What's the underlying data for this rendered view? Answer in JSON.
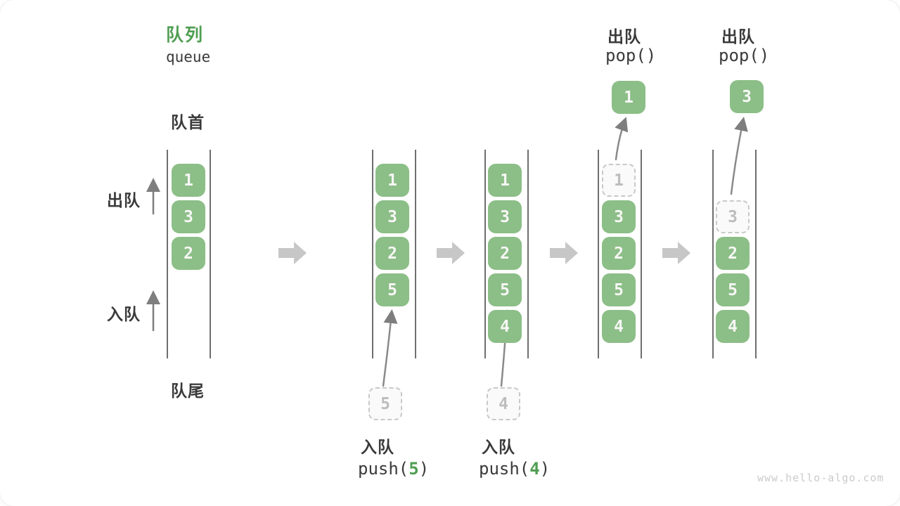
{
  "title": {
    "zh": "队列",
    "en": "queue"
  },
  "labels": {
    "front": "队首",
    "rear": "队尾",
    "dequeue": "出队",
    "enqueue": "入队"
  },
  "queues": [
    {
      "cells": [
        "1",
        "3",
        "2"
      ]
    },
    {
      "cells": [
        "1",
        "3",
        "2",
        "5"
      ]
    },
    {
      "cells": [
        "1",
        "3",
        "2",
        "5",
        "4"
      ]
    },
    {
      "ghost": "1",
      "cells": [
        "3",
        "2",
        "5",
        "4"
      ]
    },
    {
      "ghost": "3",
      "cells": [
        "2",
        "5",
        "4"
      ]
    }
  ],
  "ops": {
    "push5": {
      "action": "入队",
      "fn_open": "push(",
      "arg": "5",
      "fn_close": ")",
      "staged": "5"
    },
    "push4": {
      "action": "入队",
      "fn_open": "push(",
      "arg": "4",
      "fn_close": ")",
      "staged": "4"
    },
    "pop1": {
      "action": "出队",
      "fn": "pop()",
      "out": "1"
    },
    "pop3": {
      "action": "出队",
      "fn": "pop()",
      "out": "3"
    }
  },
  "watermark": "www.hello-algo.com",
  "colors": {
    "cell_green": "#8CBE87",
    "accent_green": "#4F9E52",
    "text_dark": "#3A3A3A",
    "block_arrow_gray": "#C7C7C7",
    "thin_arrow_gray": "#7E7E7E",
    "container_line_gray": "#6F6F6F",
    "ghost_border": "#C9C9C9",
    "ghost_text": "#BDBDBD",
    "watermark_gray": "#CBCBCB"
  }
}
